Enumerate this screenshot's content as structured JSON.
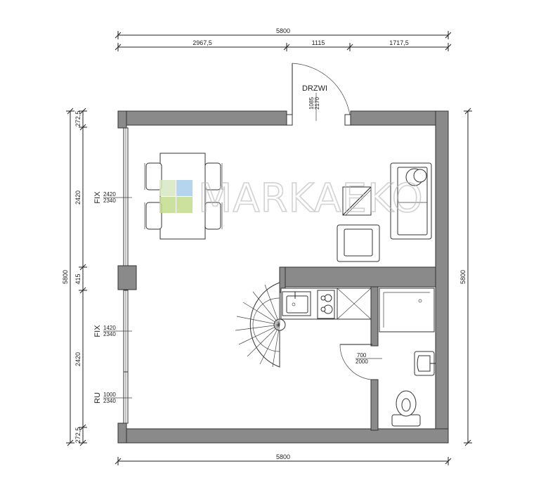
{
  "plan": {
    "dimensions": {
      "top_total": "5800",
      "top_segments": [
        "2967,5",
        "1115",
        "1717,5"
      ],
      "bottom_total": "5800",
      "left_total": "5800",
      "left_segments": [
        "272,5",
        "2420",
        "415",
        "2420",
        "272,5"
      ],
      "right_total": "5800"
    },
    "door": {
      "label": "DRZWI",
      "width": "1085",
      "height": "2170"
    },
    "windows": [
      {
        "type": "FIX",
        "width": "2420",
        "height": "2340"
      },
      {
        "type": "FIX",
        "width": "1420",
        "height": "2340"
      },
      {
        "type": "RU",
        "width": "1000",
        "height": "2340"
      }
    ],
    "inner_door": {
      "width": "700",
      "height": "2000"
    },
    "watermark": "MARKAEKO",
    "colors": {
      "wall": "#8a8a8a",
      "logo_blue": "#a9cdea",
      "logo_green": "#c4dc8c",
      "logo_light": "#d7e8c0"
    }
  }
}
